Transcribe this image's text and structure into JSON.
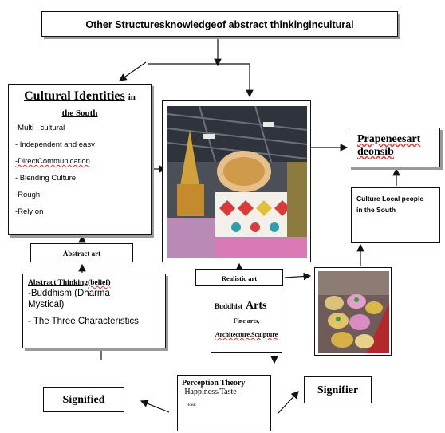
{
  "header": {
    "title": "Other Structuresknowledgeof abstract thinkingincultural"
  },
  "cultural_identities": {
    "title_main": "Cultural Identities",
    "title_in": "in",
    "title_line2": "the South",
    "items": [
      "-Multi - cultural",
      "- Independent and easy",
      "-DirectCommunication",
      "- Blending Culture",
      "-Rough",
      "-Rely on"
    ]
  },
  "abstract_art": {
    "label": "Abstract art"
  },
  "abstract_thinking": {
    "title": "Abstract Thinking",
    "title_suffix": "(belief)",
    "line1": "-Buddhism (Dharma",
    "line2": "Mystical)",
    "line3": "- The Three Characteristics"
  },
  "realistic_art": {
    "label": "Realistic art"
  },
  "buddhist_arts": {
    "prefix": "Buddhist",
    "main": "Arts",
    "line2": "Fine arts,",
    "line3": "Architecture,Sculpture"
  },
  "prapenee": {
    "line1": "Prapeneesart",
    "line2": "deonsib"
  },
  "culture_local": {
    "line1": "Culture Local people",
    "line2": "in the South"
  },
  "perception": {
    "title": "Perception Theory",
    "line2": "-Happiness/Taste",
    "line3": "-Ideal"
  },
  "signified": {
    "label": "Signified"
  },
  "signifier": {
    "label": "Signifier"
  },
  "colors": {
    "photo_roof": "#3b3f47",
    "gold": "#c9992f",
    "pink": "#e07ab8",
    "red_carpet": "#b3282d"
  }
}
